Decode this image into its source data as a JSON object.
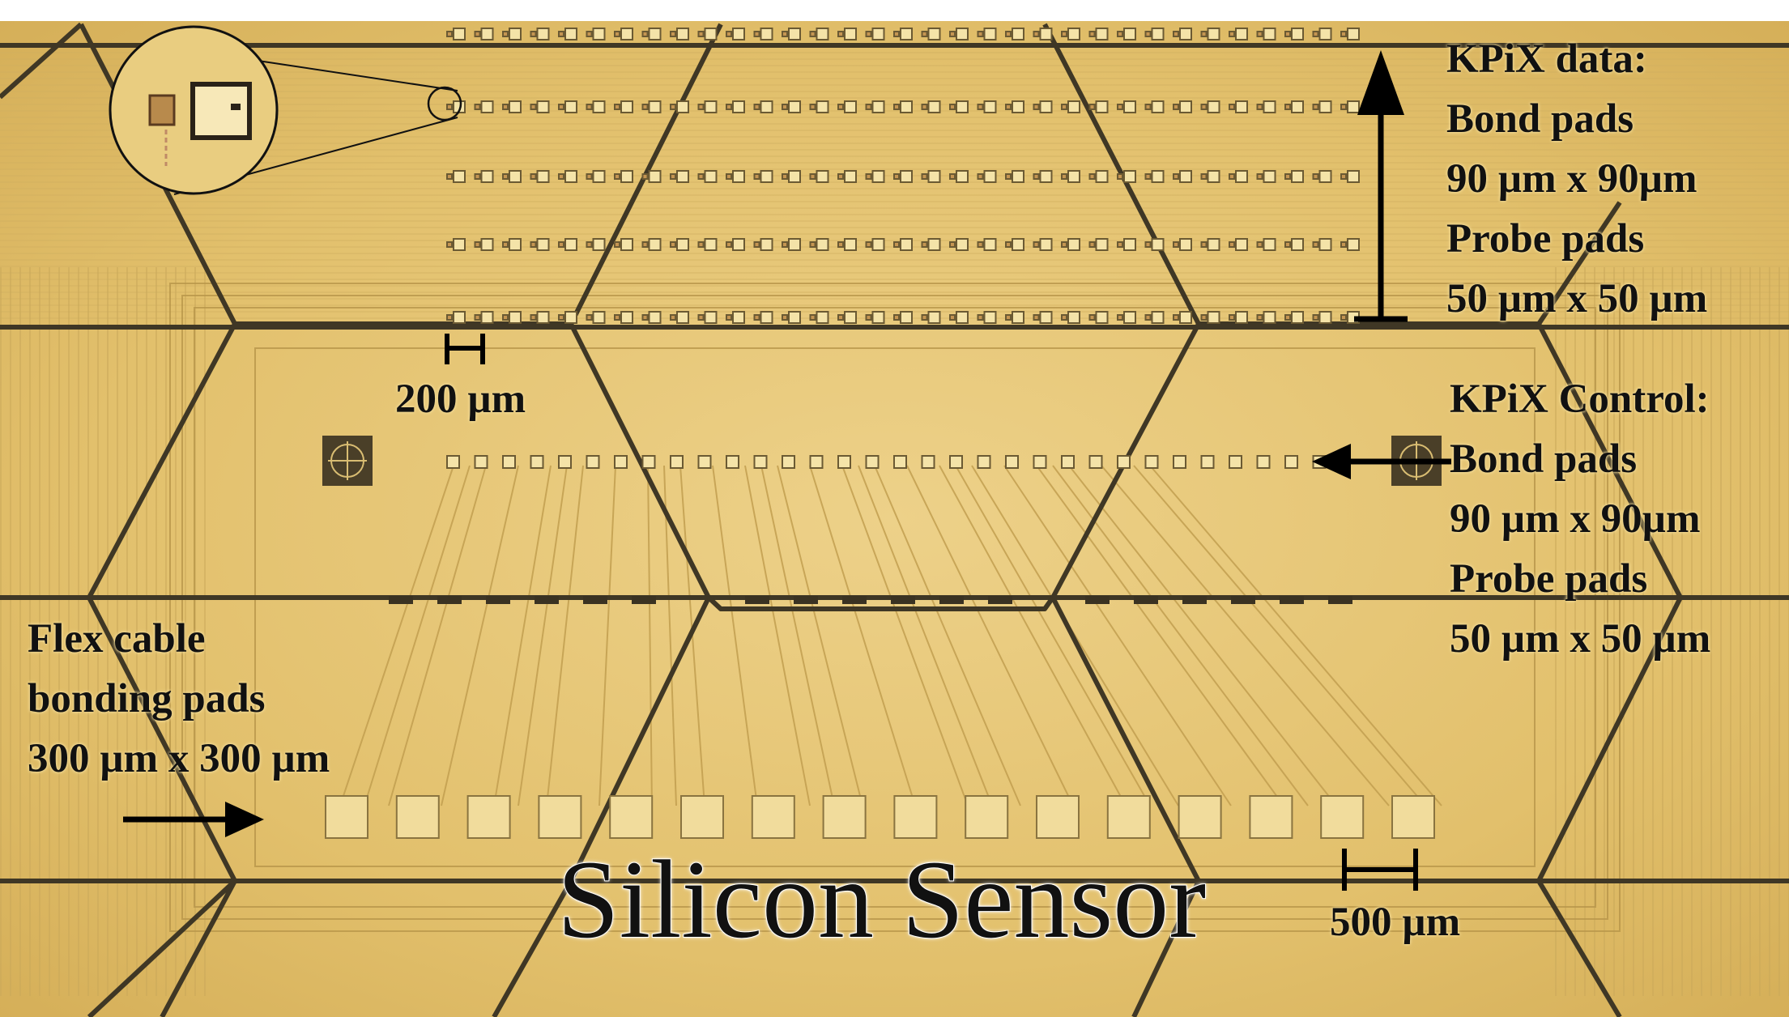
{
  "image": {
    "description_colors": {
      "background": "#e6c675",
      "dark_lines": "#3d3626",
      "pads": "#efd792",
      "text": "#111111"
    }
  },
  "labels": {
    "kpix_data": {
      "line1": "KPiX data:",
      "line2": "Bond pads",
      "line3": "90 µm x 90µm",
      "line4": "Probe pads",
      "line5": "50 µm x 50 µm"
    },
    "kpix_control": {
      "line1": "KPiX Control:",
      "line2": "Bond pads",
      "line3": "90 µm x 90µm",
      "line4": "Probe pads",
      "line5": "50 µm x 50 µm"
    },
    "flex_cable": {
      "line1": "Flex cable",
      "line2": "bonding pads",
      "line3": "300 µm x 300 µm"
    },
    "scale_200": "200 µm",
    "scale_500": "500 µm",
    "title": "Silicon Sensor"
  }
}
